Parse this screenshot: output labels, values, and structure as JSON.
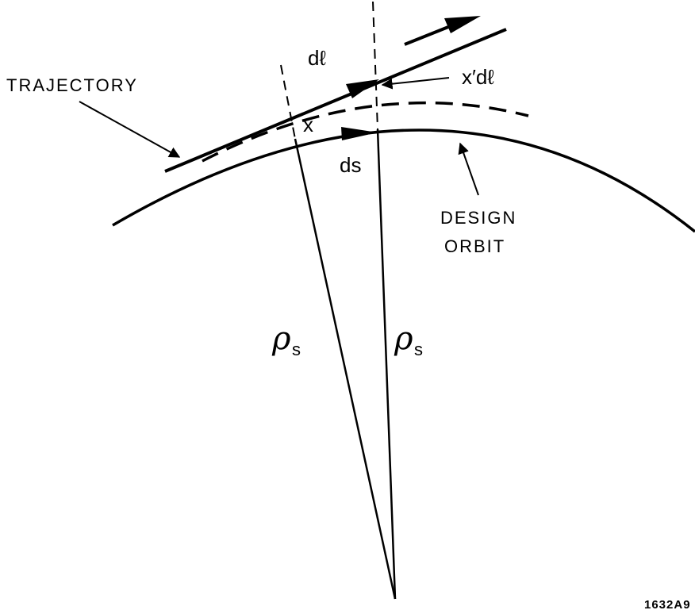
{
  "labels": {
    "trajectory": "TRAJECTORY",
    "dl": "dℓ",
    "x_prime_dl": "x′dℓ",
    "x": "x",
    "ds": "ds",
    "design_orbit_line1": "DESIGN",
    "design_orbit_line2": "ORBIT",
    "rho_left": "ρ",
    "rho_left_sub": "s",
    "rho_right": "ρ",
    "rho_right_sub": "s",
    "figure_id": "1632A9"
  },
  "colors": {
    "ink": "#000000",
    "background": "#ffffff"
  }
}
